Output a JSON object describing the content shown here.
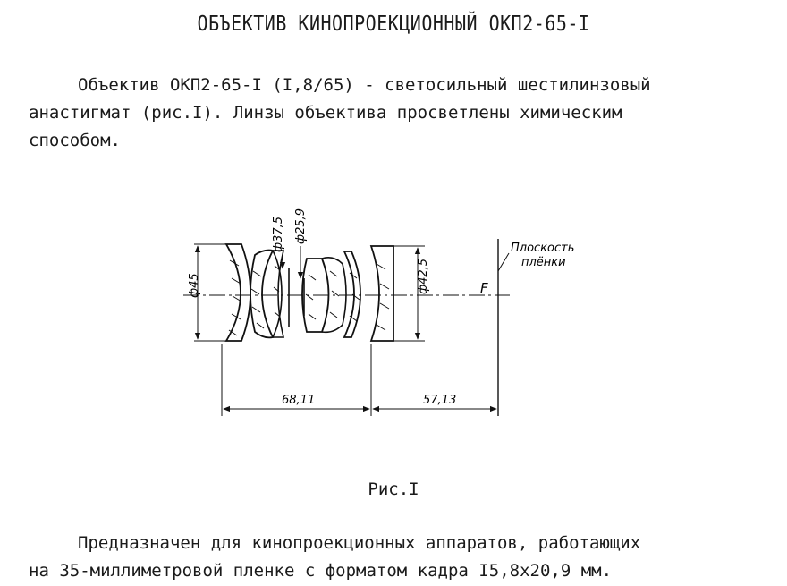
{
  "document": {
    "title": "ОБЪЕКТИВ КИНОПРОЕКЦИОННЫЙ ОКП2-65-I",
    "para1": {
      "line1": "Объектив ОКП2-65-I (I,8/65) - светосильный шестилинзовый",
      "line2": "анастигмат (рис.I). Линзы объектива просветлены химическим",
      "line3": "способом."
    },
    "caption": "Рис.I",
    "para2": {
      "line1": "Предназначен для кинопроекционных аппаратов, работающих",
      "line2": "на 35-миллиметровой пленке с форматом кадра I5,8x20,9 мм."
    }
  },
  "figure": {
    "dim_d45": "ф45",
    "dim_d37_5": "ф37,5",
    "dim_d25_9": "ф25,9",
    "dim_d42_5": "ф42,5",
    "focus_label": "F",
    "film_plane_label_1": "Плоскость",
    "film_plane_label_2": "плёнки",
    "length_1": "68,11",
    "length_2": "57,13"
  }
}
